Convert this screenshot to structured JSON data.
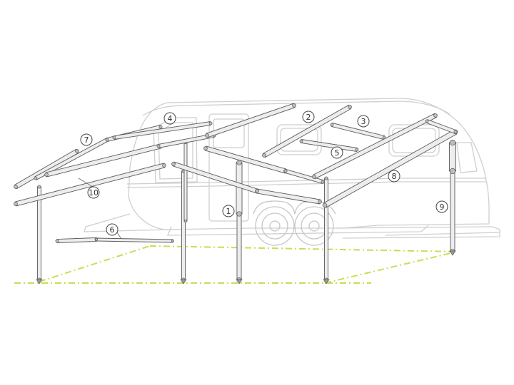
{
  "colors": {
    "caravan_outline": "#cfcfcf",
    "pole_fill": "#ededed",
    "pole_stroke": "#5a5a5a",
    "ground_line": "#c9dd55",
    "callout_stroke": "#444444",
    "callout_text": "#333333"
  },
  "callouts": [
    {
      "id": "1",
      "label": "1"
    },
    {
      "id": "2",
      "label": "2"
    },
    {
      "id": "3",
      "label": "3"
    },
    {
      "id": "4",
      "label": "4"
    },
    {
      "id": "5",
      "label": "5"
    },
    {
      "id": "6",
      "label": "6"
    },
    {
      "id": "7",
      "label": "7"
    },
    {
      "id": "8",
      "label": "8"
    },
    {
      "id": "9",
      "label": "9"
    },
    {
      "id": "10",
      "label": "10"
    }
  ]
}
